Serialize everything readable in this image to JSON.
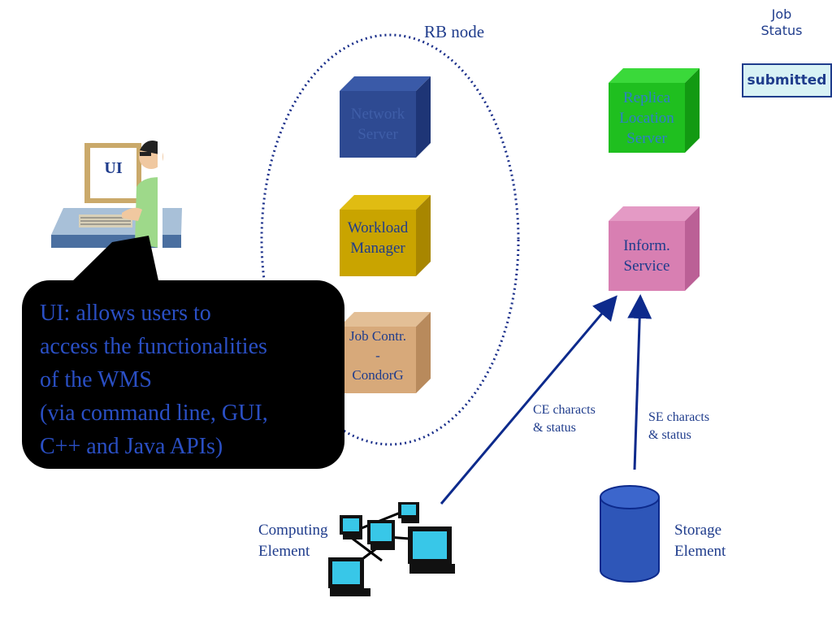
{
  "rb_node": {
    "label": "RB node"
  },
  "job_status": {
    "title_line1": "Job",
    "title_line2": "Status",
    "state": "submitted"
  },
  "ui": {
    "screen_label": "UI"
  },
  "callout": {
    "lines": [
      "UI: allows users to",
      "access the functionalities",
      "of the WMS",
      "(via command line, GUI,",
      "C++ and Java APIs)"
    ]
  },
  "components": {
    "network_server": {
      "line1": "Network",
      "line2": "Server"
    },
    "workload_manager": {
      "line1": "Workload",
      "line2": "Manager"
    },
    "job_controller": {
      "line1": "Job Contr.",
      "line2": "-",
      "line3": "CondorG"
    },
    "replica_location_server": {
      "line1": "Replica",
      "line2": "Location",
      "line3": "Server"
    },
    "information_service": {
      "line1": "Inform.",
      "line2": "Service"
    }
  },
  "arrows": {
    "ce": {
      "line1": "CE characts",
      "line2": "& status"
    },
    "se": {
      "line1": "SE characts",
      "line2": "& status"
    }
  },
  "computing_element": {
    "line1": "Computing",
    "line2": "Element"
  },
  "storage_element": {
    "line1": "Storage",
    "line2": "Element"
  },
  "colors": {
    "network_server": "#2e4a92",
    "workload_manager": "#c9a400",
    "job_controller": "#d7a97a",
    "replica_location_server": "#1fbf1f",
    "information_service": "#d87fb2",
    "arrow": "#0d2a8c",
    "dotted_ellipse": "#1a2f8a",
    "callout_bg": "#000000",
    "callout_text": "#2a4fc4"
  }
}
